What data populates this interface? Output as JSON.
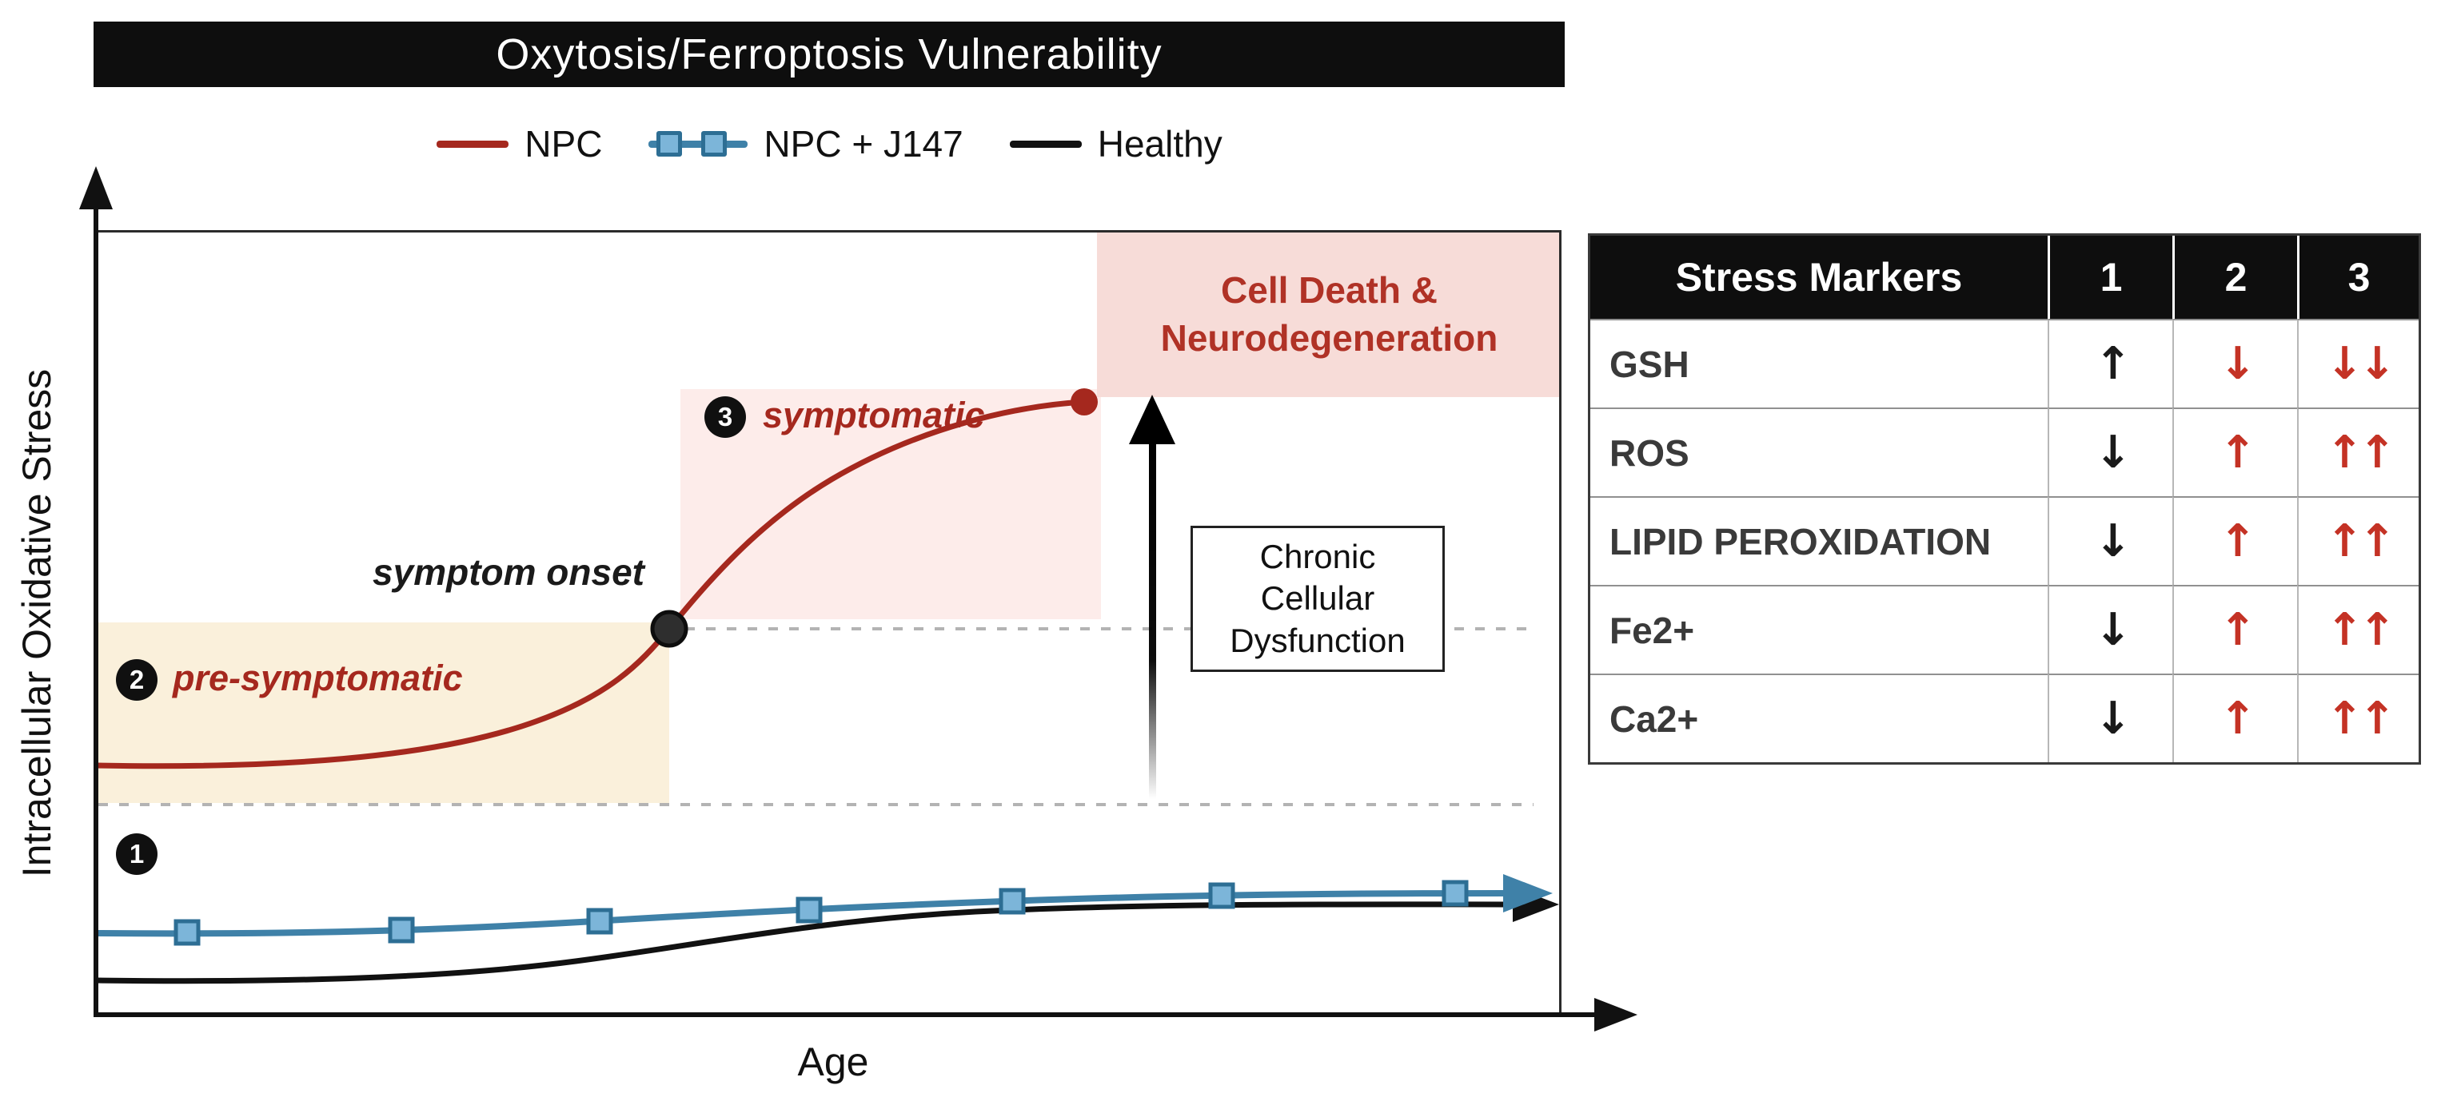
{
  "title": "Oxytosis/Ferroptosis Vulnerability",
  "legend": {
    "npc": "NPC",
    "npc_j147": "NPC + J147",
    "healthy": "Healthy"
  },
  "axes": {
    "y_label": "Intracellular Oxidative Stress",
    "x_label": "Age"
  },
  "plot": {
    "cell_death": {
      "line1": "Cell Death &",
      "line2": "Neurodegeneration"
    },
    "symptom_onset": "symptom onset",
    "stage1": {
      "num": "1"
    },
    "stage2": {
      "num": "2",
      "label": "pre-symptomatic"
    },
    "stage3": {
      "num": "3",
      "label": "symptomatic"
    },
    "chronic": {
      "line1": "Chronic",
      "line2": "Cellular",
      "line3": "Dysfunction"
    }
  },
  "table": {
    "title": "Stress Markers",
    "cols": [
      "1",
      "2",
      "3"
    ],
    "rows": [
      {
        "label": "GSH",
        "c1": "↑",
        "c2": "↓",
        "c3": "↓↓"
      },
      {
        "label": "ROS",
        "c1": "↓",
        "c2": "↑",
        "c3": "↑↑"
      },
      {
        "label": "LIPID PEROXIDATION",
        "c1": "↓",
        "c2": "↑",
        "c3": "↑↑"
      },
      {
        "label": "Fe2+",
        "c1": "↓",
        "c2": "↑",
        "c3": "↑↑"
      },
      {
        "label": "Ca2+",
        "c1": "↓",
        "c2": "↑",
        "c3": "↑↑"
      }
    ]
  },
  "colors": {
    "npc_red": "#a5281e",
    "j147_blue": "#3f81a8",
    "healthy_black": "#111111",
    "presym_region": "#faf0db",
    "sym_region": "#fdecea",
    "cell_death_bg": "#f7dcd8",
    "cell_death_text": "#b03226",
    "table_arrow_red": "#c43225",
    "header_bg": "#0e0e0e"
  }
}
